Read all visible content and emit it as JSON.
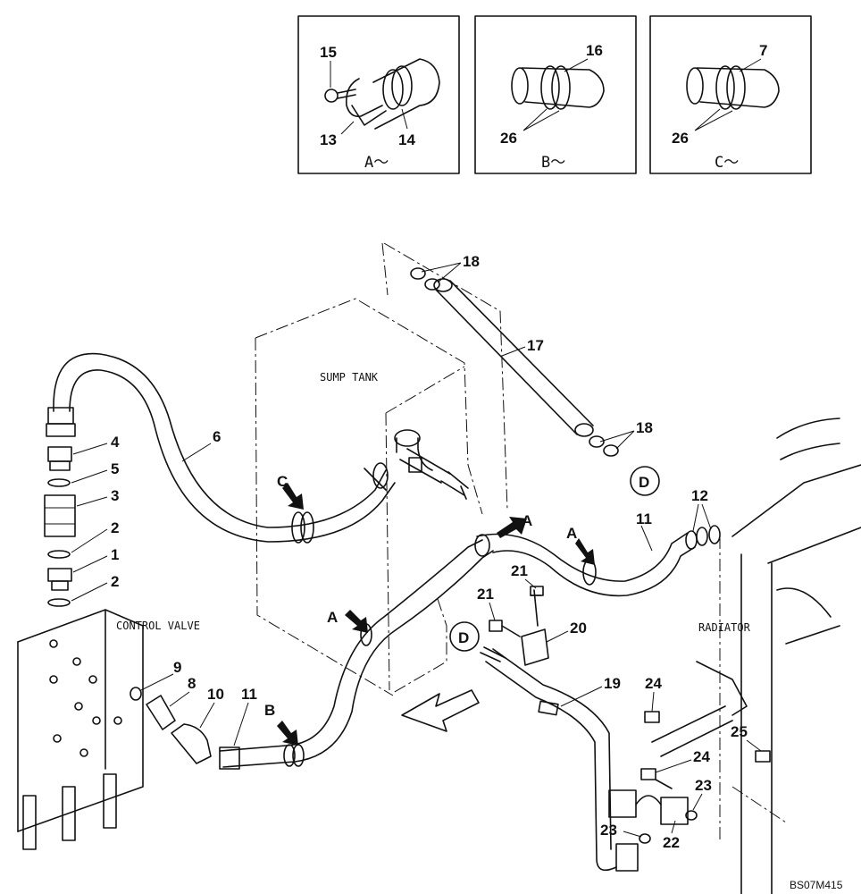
{
  "detail_panels": [
    {
      "label": "A～",
      "parts": [
        "15",
        "13",
        "14"
      ]
    },
    {
      "label": "B～",
      "parts": [
        "16",
        "26"
      ]
    },
    {
      "label": "C～",
      "parts": [
        "7",
        "26"
      ]
    }
  ],
  "components": {
    "sump_tank": "SUMP TANK",
    "control_valve": "CONTROL VALVE",
    "radiator": "RADIATOR"
  },
  "view_arrows": {
    "a": "A",
    "b": "B",
    "c": "C"
  },
  "connection_marker": "D",
  "part_numbers": [
    "1",
    "2",
    "3",
    "4",
    "5",
    "6",
    "7",
    "8",
    "9",
    "10",
    "11",
    "12",
    "13",
    "14",
    "15",
    "16",
    "17",
    "18",
    "19",
    "20",
    "21",
    "22",
    "23",
    "24",
    "25",
    "26"
  ],
  "drawing_code": "BS07M415"
}
